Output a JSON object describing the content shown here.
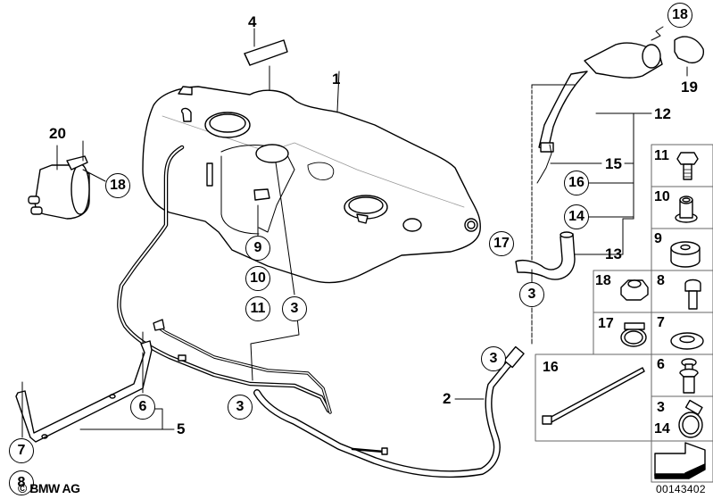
{
  "diagram": {
    "title": "Fuel tank parts diagram",
    "copyright": "© BMW AG",
    "document_number": "00143402",
    "callouts_plain": [
      {
        "id": "label-1",
        "text": "1"
      },
      {
        "id": "label-2",
        "text": "2"
      },
      {
        "id": "label-4",
        "text": "4"
      },
      {
        "id": "label-5",
        "text": "5"
      },
      {
        "id": "label-12",
        "text": "12"
      },
      {
        "id": "label-13",
        "text": "13"
      },
      {
        "id": "label-15",
        "text": "15"
      },
      {
        "id": "label-19",
        "text": "19"
      },
      {
        "id": "label-20",
        "text": "20"
      }
    ],
    "callouts_circled": [
      {
        "id": "circle-18-top",
        "text": "18"
      },
      {
        "id": "circle-18-pump",
        "text": "18"
      },
      {
        "id": "circle-16",
        "text": "16"
      },
      {
        "id": "circle-14",
        "text": "14"
      },
      {
        "id": "circle-17",
        "text": "17"
      },
      {
        "id": "circle-9",
        "text": "9"
      },
      {
        "id": "circle-10",
        "text": "10"
      },
      {
        "id": "circle-11",
        "text": "11"
      },
      {
        "id": "circle-3-a",
        "text": "3"
      },
      {
        "id": "circle-3-b",
        "text": "3"
      },
      {
        "id": "circle-3-c",
        "text": "3"
      },
      {
        "id": "circle-3-d",
        "text": "3"
      },
      {
        "id": "circle-6",
        "text": "6"
      },
      {
        "id": "circle-7",
        "text": "7"
      },
      {
        "id": "circle-8",
        "text": "8"
      }
    ],
    "parts_table": [
      {
        "label": "11",
        "part": "hex bolt"
      },
      {
        "label": "10",
        "part": "bushing"
      },
      {
        "label": "9",
        "part": "rubber mount"
      },
      {
        "label": "18",
        "part": "hex nut"
      },
      {
        "label": "8",
        "part": "collar screw"
      },
      {
        "label": "17",
        "part": "hose clamp"
      },
      {
        "label": "7",
        "part": "washer"
      },
      {
        "label": "16",
        "part": "cable tie"
      },
      {
        "label": "6",
        "part": "expanding rivet"
      },
      {
        "label": "3",
        "part": "hose clamp"
      },
      {
        "label": "14",
        "part": "hose clamp"
      }
    ]
  }
}
